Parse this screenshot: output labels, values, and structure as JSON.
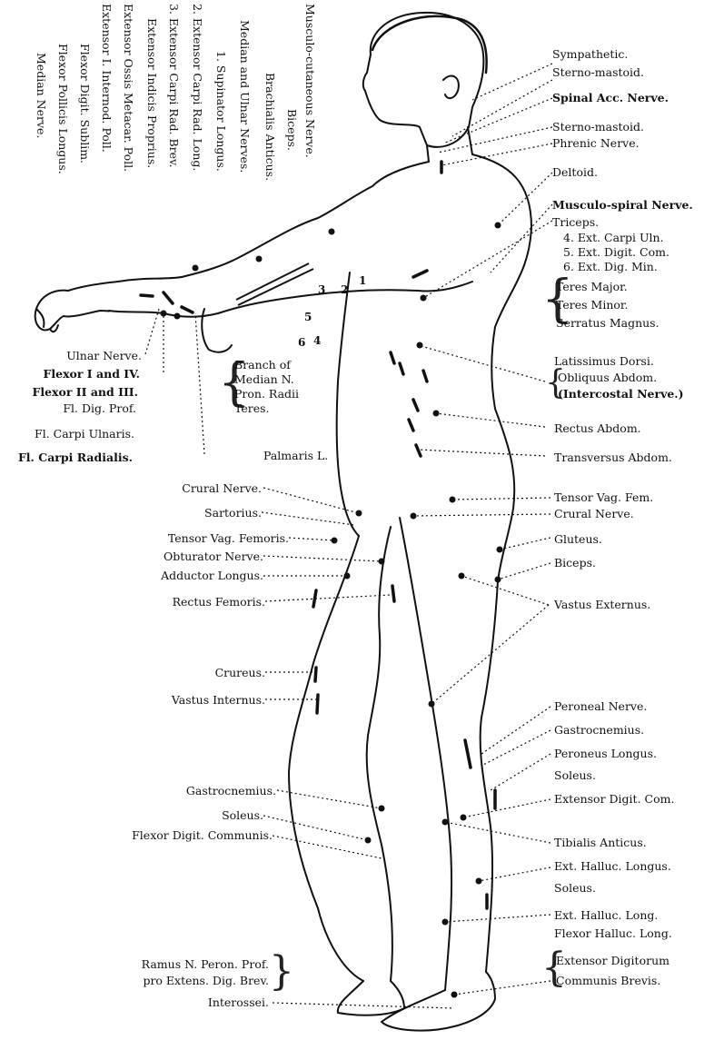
{
  "vertical_labels": [
    "Musculo-cutaneous Nerve.",
    "Biceps.",
    "Brachialis Anticus.",
    "Median and Ulnar Nerves.",
    "1. Supinator Longus.",
    "2. Extensor Carpi Rad. Long.",
    "3. Extensor Carpi Rad. Brev.",
    "Extensor Indicis Proprius.",
    "Extensor Ossis Metacar. Poll.",
    "Extensor I. Internod. Poll.",
    "Flexor Digit. Sublim.",
    "Flexor Pollicis Longus.",
    "Median Nerve."
  ],
  "right_labels": [
    "Sympathetic.",
    "Sterno-mastoid.",
    "Spinal Acc. Nerve.",
    "Sterno-mastoid.",
    "Phrenic Nerve.",
    "Deltoid.",
    "Musculo-spiral Nerve.",
    "Triceps.",
    "4. Ext. Carpi Uln.",
    "5. Ext. Digit. Com.",
    "6. Ext. Dig. Min.",
    "Teres Major.",
    "Teres Minor.",
    "Serratus Magnus.",
    "Latissimus Dorsi.",
    "Obliquus Abdom.",
    "(Intercostal Nerve.)",
    "Rectus Abdom.",
    "Transversus Abdom.",
    "Tensor Vag. Fem.",
    "Crural Nerve.",
    "Gluteus.",
    "Biceps.",
    "Vastus Externus.",
    "Peroneal Nerve.",
    "Gastrocnemius.",
    "Peroneus Longus.",
    "Soleus.",
    "Extensor Digit. Com.",
    "Tibialis Anticus.",
    "Ext. Halluc. Longus.",
    "Soleus.",
    "Ext. Halluc. Long.",
    "Flexor Halluc. Long.",
    "Extensor Digitorum",
    "Communis Brevis."
  ],
  "left_labels": [
    "Ulnar Nerve.",
    "Flexor I and IV.",
    "Flexor II and III.",
    "Fl. Dig. Prof.",
    "Fl. Carpi Ulnaris.",
    "Fl. Carpi Radialis.",
    "Branch of",
    "Median N.",
    "Pron. Radii",
    "Teres.",
    "Palmaris L.",
    "Crural Nerve.",
    "Sartorius.",
    "Tensor Vag. Femoris.",
    "Obturator Nerve.",
    "Adductor Longus.",
    "Rectus Femoris.",
    "Crureus.",
    "Vastus Internus.",
    "Gastrocnemius.",
    "Soleus.",
    "Flexor Digit. Communis.",
    "Ramus N. Peron. Prof.",
    "pro Extens. Dig. Brev.",
    "Interossei."
  ],
  "arm_numbers": [
    "1",
    "2",
    "3",
    "4",
    "5",
    "6"
  ],
  "colors": {
    "ink": "#111111",
    "paper": "#ffffff"
  }
}
